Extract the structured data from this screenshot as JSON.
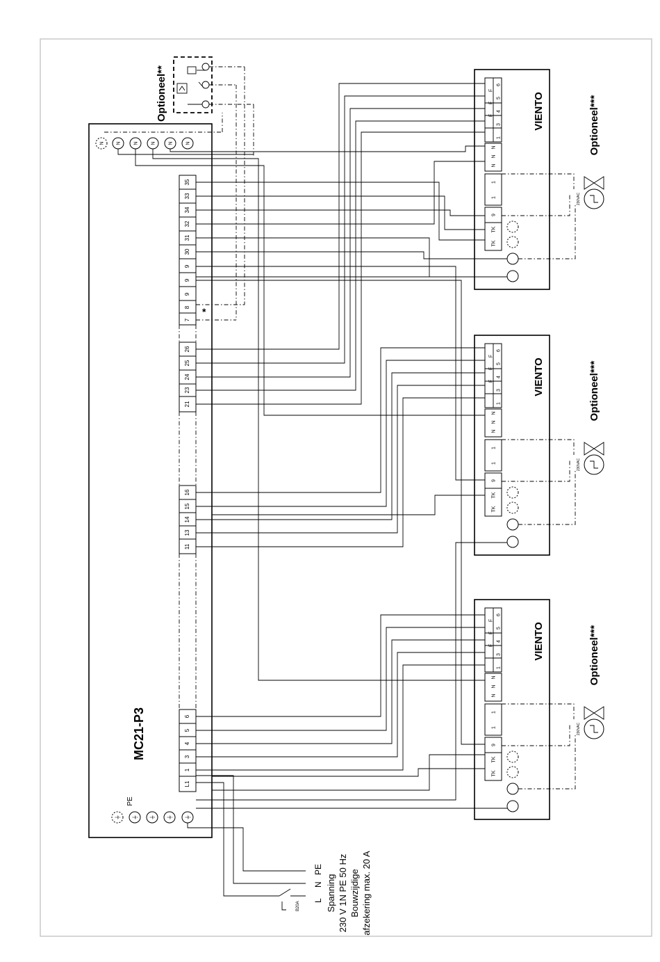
{
  "diagram": {
    "controller": {
      "label": "MC21-P3",
      "pe_label": "PE",
      "blocks": [
        [
          "35",
          "33",
          "34",
          "32",
          "31",
          "30"
        ],
        [
          "9",
          "9",
          "9",
          "8",
          "7"
        ],
        [
          "26",
          "25",
          "24",
          "23",
          "21"
        ],
        [
          "16",
          "15",
          "14",
          "13",
          "11"
        ],
        [
          "6",
          "5",
          "4",
          "3",
          "1",
          "L1"
        ]
      ],
      "n_symbol": "N",
      "pe_symbol": "⏚",
      "star_note": "*"
    },
    "units": [
      {
        "name": "VIENTO",
        "option": "Optioneel***"
      },
      {
        "name": "VIENTO",
        "option": "Optioneel***"
      },
      {
        "name": "VIENTO",
        "option": "Optioneel***"
      }
    ],
    "unit_terminals": {
      "fan_top": [
        "F",
        "F",
        "F"
      ],
      "fan_nums": [
        "6",
        "5",
        "4",
        "3",
        "1"
      ],
      "nn": [
        "N",
        "N",
        "N"
      ],
      "one": [
        "1",
        "1"
      ],
      "nine": "9",
      "tk": [
        "TK",
        "TK"
      ]
    },
    "valve_voltage": "230VAC",
    "thermostat_option": "Optioneel**",
    "supply": {
      "lnpe": [
        "L",
        "N",
        "PE"
      ],
      "breaker": "B20A",
      "lines": [
        "Spanning",
        "230 V 1N PE 50 Hz",
        "Bouwzijdige",
        "afzekering max. 20 A"
      ]
    }
  },
  "colors": {
    "line": "#000000",
    "frame": "#c8c8c8",
    "background": "#ffffff"
  }
}
